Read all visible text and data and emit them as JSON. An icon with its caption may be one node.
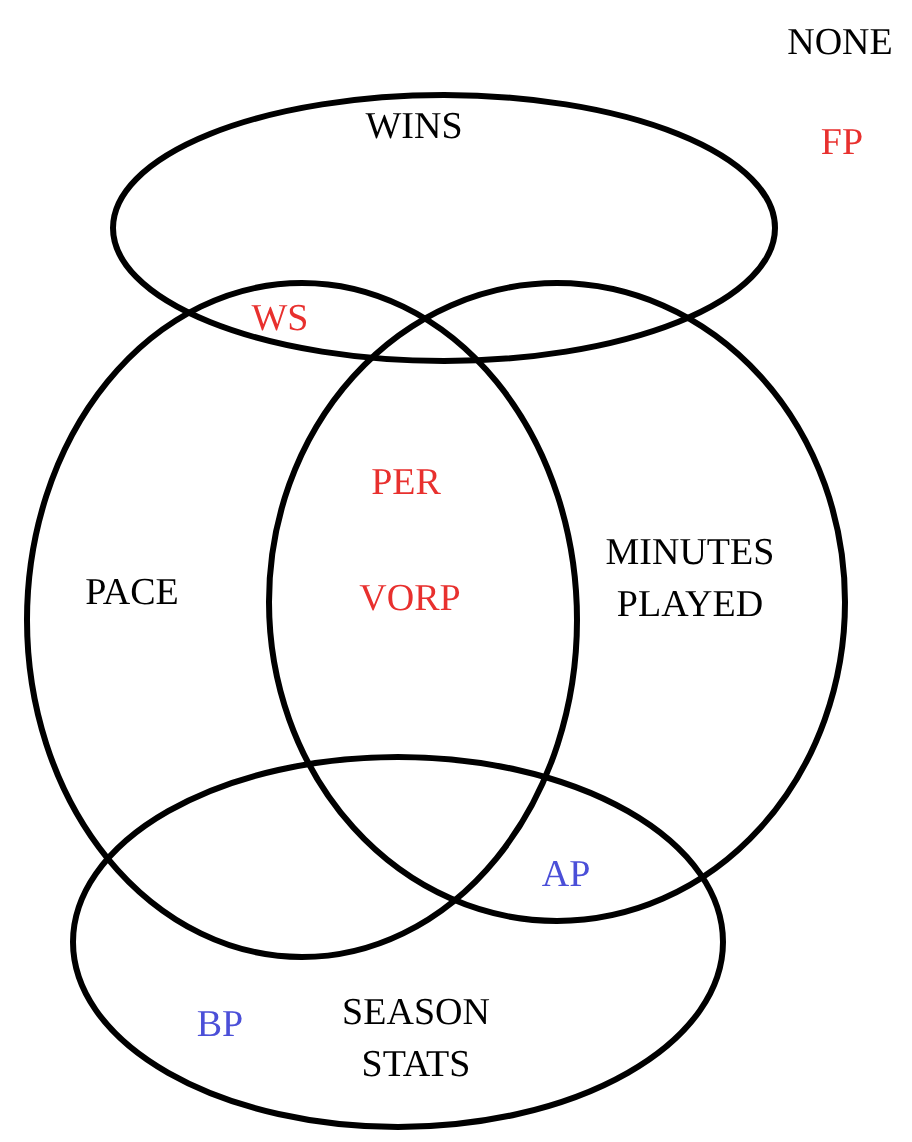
{
  "diagram": {
    "nodes": [
      {
        "text": [
          "WINS"
        ]
      },
      {
        "text": [
          "PACE"
        ]
      },
      {
        "text": [
          "MINUTES PLAYED"
        ]
      },
      {
        "text": [
          "SEASON STATS"
        ]
      }
    ],
    "labels": [
      "NONE",
      "FP",
      "WS",
      "PER",
      "VORP",
      "AP",
      "BP"
    ]
  }
}
